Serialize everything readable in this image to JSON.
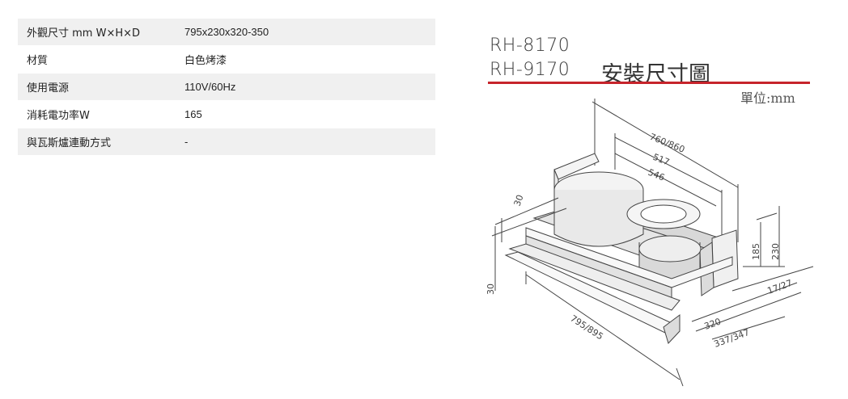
{
  "specs": [
    {
      "label": "外觀尺寸 mm W×H×D",
      "value": "795x230x320-350"
    },
    {
      "label": "材質",
      "value": "白色烤漆"
    },
    {
      "label": "使用電源",
      "value": "110V/60Hz"
    },
    {
      "label": "消耗電功率W",
      "value": "165"
    },
    {
      "label": "與瓦斯爐連動方式",
      "value": "-"
    }
  ],
  "diagram": {
    "models": [
      "RH-8170",
      "RH-9170"
    ],
    "title": "安裝尺寸圖",
    "unit": "單位:mm",
    "dims": {
      "d760": "760/860",
      "d517": "517",
      "d546": "546",
      "d30a": "30",
      "d30b": "30",
      "d185": "185",
      "d230": "230",
      "d17": "17/27",
      "d320": "320",
      "d337": "337/347",
      "d795": "795/895"
    }
  },
  "colors": {
    "accent_line": "#c6242b",
    "row_shade": "#f0f0f0"
  }
}
